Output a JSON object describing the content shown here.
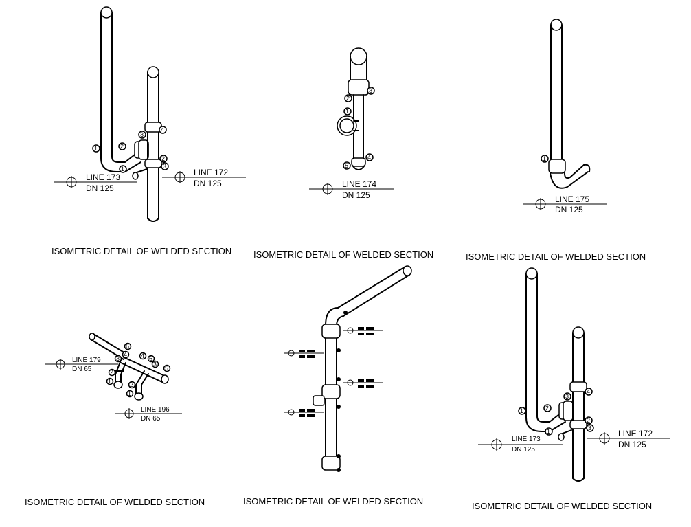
{
  "captions": {
    "d1": "ISOMETRIC DETAIL OF WELDED SECTION",
    "d2": "ISOMETRIC DETAIL OF WELDED SECTION",
    "d3": "ISOMETRIC DETAIL OF WELDED SECTION",
    "d4": "ISOMETRIC DETAIL OF WELDED SECTION",
    "d5": "ISOMETRIC DETAIL OF WELDED SECTION",
    "d6": "ISOMETRIC DETAIL OF WELDED SECTION"
  },
  "d1": {
    "tag_a": {
      "line": "LINE 173",
      "dn": "DN 125"
    },
    "tag_b": {
      "line": "LINE 172",
      "dn": "DN 125"
    },
    "welds": [
      "1",
      "2",
      "3",
      "4",
      "1",
      "2",
      "3"
    ]
  },
  "d2": {
    "tag": {
      "line": "LINE 174",
      "dn": "DN 125"
    },
    "welds": [
      "3",
      "2",
      "1",
      "4",
      "5"
    ]
  },
  "d3": {
    "tag": {
      "line": "LINE 175",
      "dn": "DN 125"
    },
    "welds": [
      "1"
    ]
  },
  "d4": {
    "tag_a": {
      "line": "LINE 179",
      "dn": "DN 65"
    },
    "tag_b": {
      "line": "LINE 196",
      "dn": "DN 65"
    },
    "welds": [
      "6",
      "4",
      "3",
      "2",
      "1",
      "6",
      "4",
      "5",
      "3",
      "2",
      "1"
    ]
  },
  "d6": {
    "tag_a": {
      "line": "LINE 173",
      "dn": "DN 125"
    },
    "tag_b": {
      "line": "LINE 172",
      "dn": "DN 125"
    },
    "welds": [
      "1",
      "2",
      "3",
      "4",
      "1",
      "2",
      "3"
    ]
  }
}
